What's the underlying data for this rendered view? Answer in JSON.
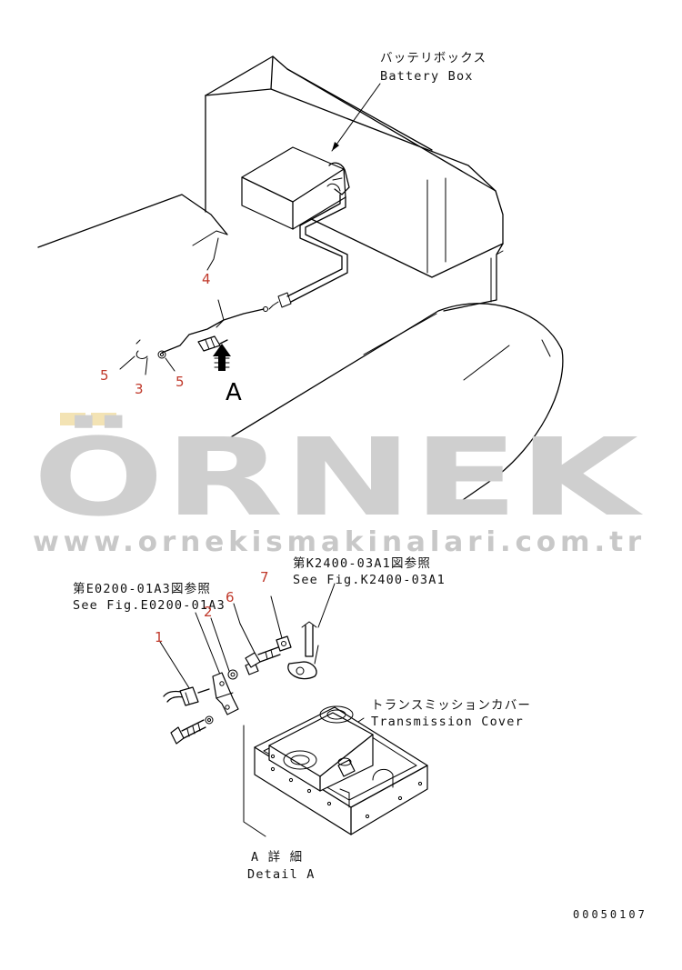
{
  "labels": {
    "battery_box_jp": "バッテリボックス",
    "battery_box_en": "Battery Box",
    "ref_k2400_jp": "第K2400-03A1図参照",
    "ref_k2400_en": "See Fig.K2400-03A1",
    "ref_e0200_jp": "第E0200-01A3図参照",
    "ref_e0200_en": "See Fig.E0200-01A3",
    "transmission_cover_jp": "トランスミッションカバー",
    "transmission_cover_en": "Transmission Cover",
    "detail_jp": "A 詳 細",
    "detail_en": "Detail A",
    "view_arrow_letter": "A",
    "drawing_code": "00050107"
  },
  "part_numbers": {
    "upper_4": "4",
    "upper_5_left": "5",
    "upper_3": "3",
    "upper_5_right": "5",
    "lower_1": "1",
    "lower_2": "2",
    "lower_6": "6",
    "lower_7": "7"
  },
  "watermark": {
    "brand": "ÖRNEK",
    "url": "www.ornekismakinalari.com.tr",
    "dots_color": "#f3e3b4",
    "text_color": "#cfcfcf"
  },
  "colors": {
    "line": "#000000",
    "part_number": "#c0392b",
    "background": "#ffffff"
  }
}
